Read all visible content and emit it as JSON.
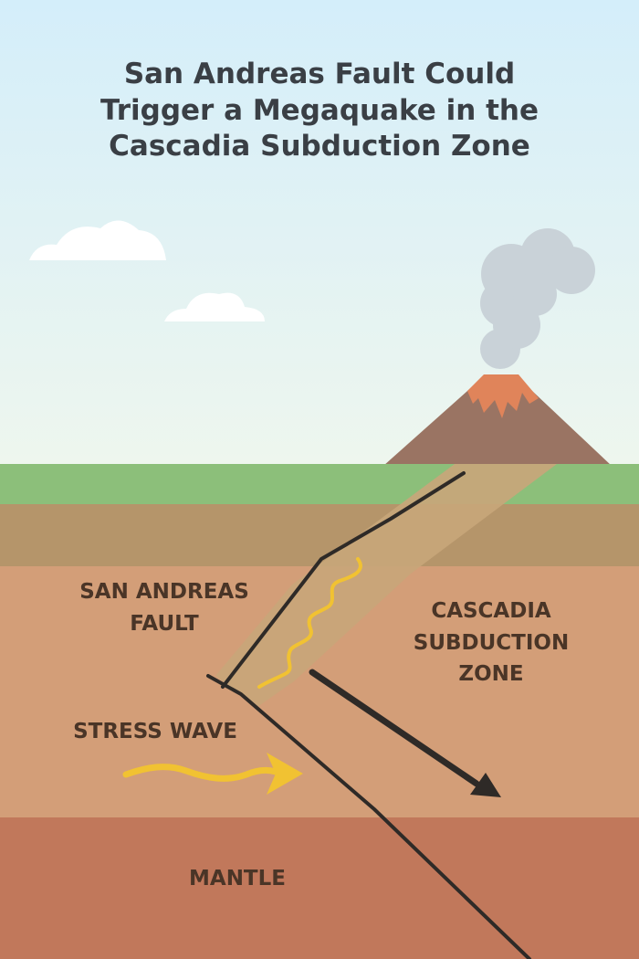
{
  "title": {
    "lines": [
      "San Andreas Fault Could",
      "Trigger a Megaquake in the",
      "Cascadia Subduction Zone"
    ]
  },
  "labels": {
    "san_andreas": [
      "SAN ANDREAS",
      "FAULT"
    ],
    "cascadia": [
      "CASCADIA",
      "SUBDUCTION",
      "ZONE"
    ],
    "stress_wave": "STRESS WAVE",
    "mantle": "MANTLE"
  },
  "colors": {
    "sky_top": "#d4eefa",
    "sky_bottom": "#f1f6e8",
    "grass": "#8cbf7a",
    "soil_top": "#b5956a",
    "crust": "#d39e78",
    "mantle": "#c1785b",
    "fault_band": "#c8a67a",
    "fault_line": "#2e2a27",
    "stress_wave": "#f1c232",
    "volcano": "#9a7463",
    "lava": "#e0845a",
    "smoke": "#c9d2d8",
    "cloud": "#ffffff",
    "text_title": "#3a3f45",
    "text_label": "#4a3527"
  },
  "icons": [
    "volcano-icon",
    "smoke-plume-icon",
    "cloud-icon",
    "wave-arrow-icon",
    "plate-arrow-icon"
  ]
}
